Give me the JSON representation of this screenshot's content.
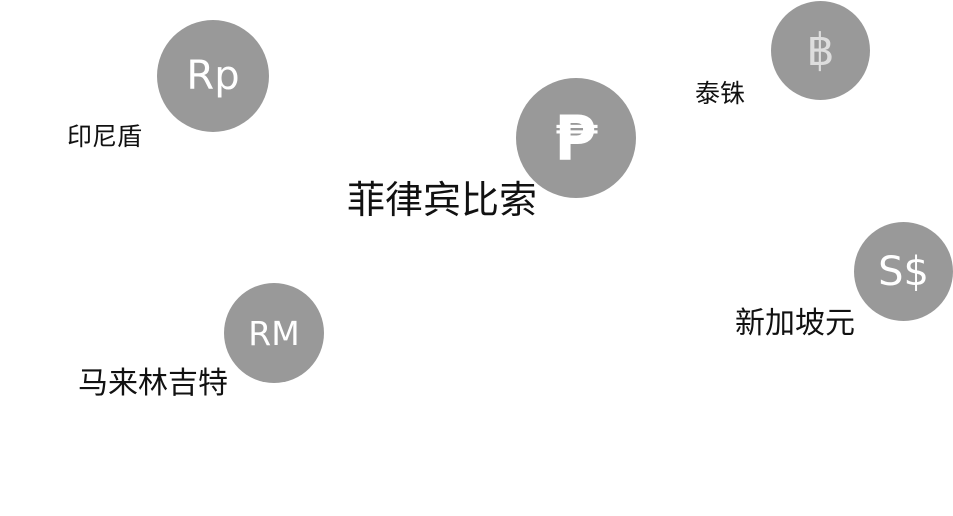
{
  "currencies": [
    {
      "symbol": "Rp",
      "label": "印尼盾"
    },
    {
      "symbol": "฿",
      "label": "泰铢"
    },
    {
      "symbol": "₱",
      "label": "菲律宾比索"
    },
    {
      "symbol": "S$",
      "label": "新加坡元"
    },
    {
      "symbol": "RM",
      "label": "马来林吉特"
    }
  ],
  "colors": {
    "bubble": "#999999",
    "symbol": "#ffffff",
    "label": "#111111"
  }
}
